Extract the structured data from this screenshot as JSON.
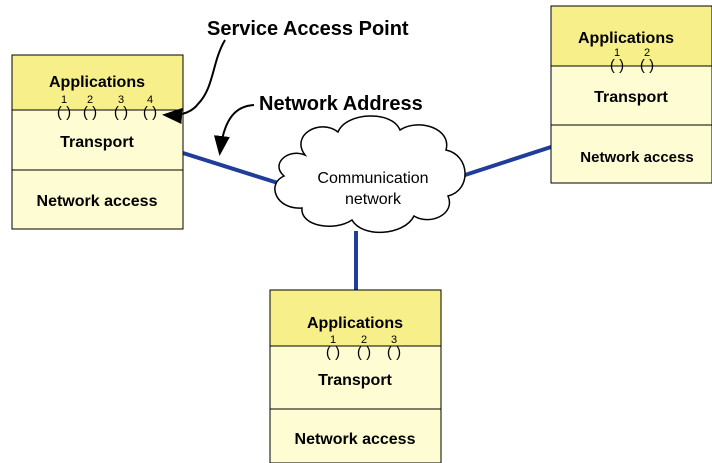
{
  "annotations": {
    "service_access_point": "Service Access Point",
    "network_address": "Network Address"
  },
  "cloud": {
    "line1": "Communication",
    "line2": "network"
  },
  "hosts": [
    {
      "id": "left",
      "applications": "Applications",
      "transport": "Transport",
      "network_access": "Network access",
      "ports": [
        "1",
        "2",
        "3",
        "4"
      ]
    },
    {
      "id": "right",
      "applications": "Applications",
      "transport": "Transport",
      "network_access": "Network access",
      "ports": [
        "1",
        "2"
      ]
    },
    {
      "id": "bottom",
      "applications": "Applications",
      "transport": "Transport",
      "network_access": "Network access",
      "ports": [
        "1",
        "2",
        "3"
      ]
    }
  ],
  "colors": {
    "app_layer": "#f6ef8a",
    "lower_layers": "#fdfcd2",
    "link": "#1f3d99",
    "border": "#000000"
  }
}
